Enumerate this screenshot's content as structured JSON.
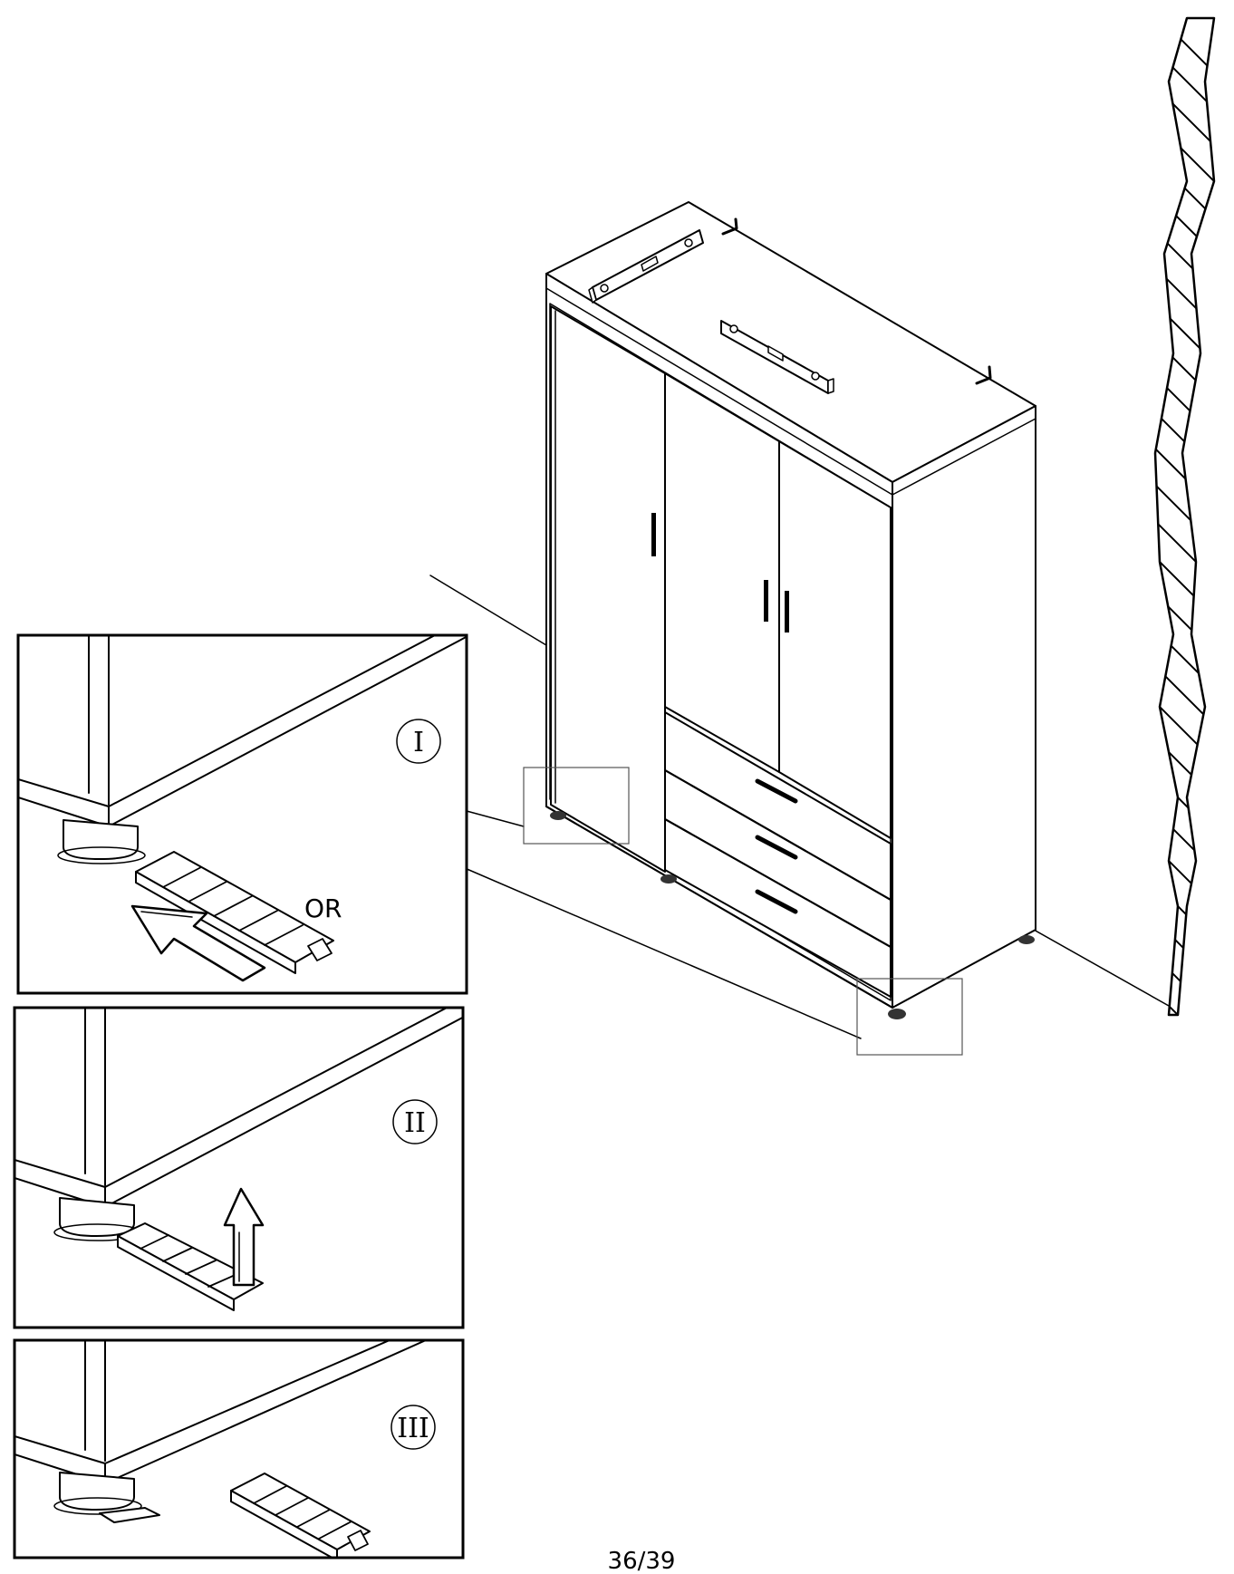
{
  "manual": {
    "page_number": "36/39",
    "or_label": "OR"
  },
  "steps": [
    {
      "label": "I"
    },
    {
      "label": "II"
    },
    {
      "label": "III"
    }
  ]
}
